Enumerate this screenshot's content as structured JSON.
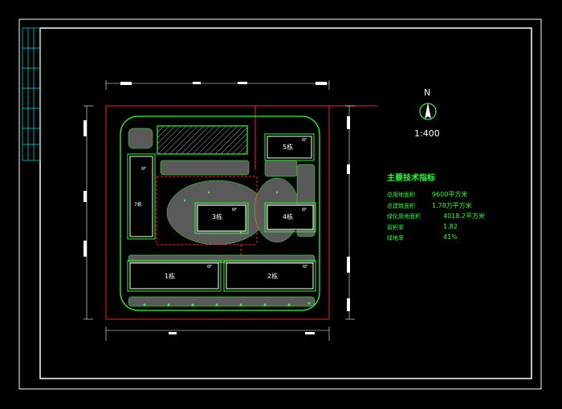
{
  "drawing": {
    "north_label": "N",
    "scale": "1:400"
  },
  "buildings": [
    {
      "label": "1栋",
      "floors": "6F"
    },
    {
      "label": "2栋",
      "floors": "6F"
    },
    {
      "label": "3栋",
      "floors": "6F"
    },
    {
      "label": "4栋",
      "floors": "6F"
    },
    {
      "label": "5栋",
      "floors": "6F"
    },
    {
      "label": "7栋",
      "floors": "6F"
    }
  ],
  "indicators": {
    "title": "主要技术指标",
    "rows": [
      {
        "label": "总用地面积",
        "value": "9600平方米"
      },
      {
        "label": "总建筑面积",
        "value": "1.78万平方米"
      },
      {
        "label": "绿化用地面积",
        "value": "4018.2平方米"
      },
      {
        "label": "容积率",
        "value": "1.82"
      },
      {
        "label": "绿地率",
        "value": "41%"
      }
    ]
  }
}
